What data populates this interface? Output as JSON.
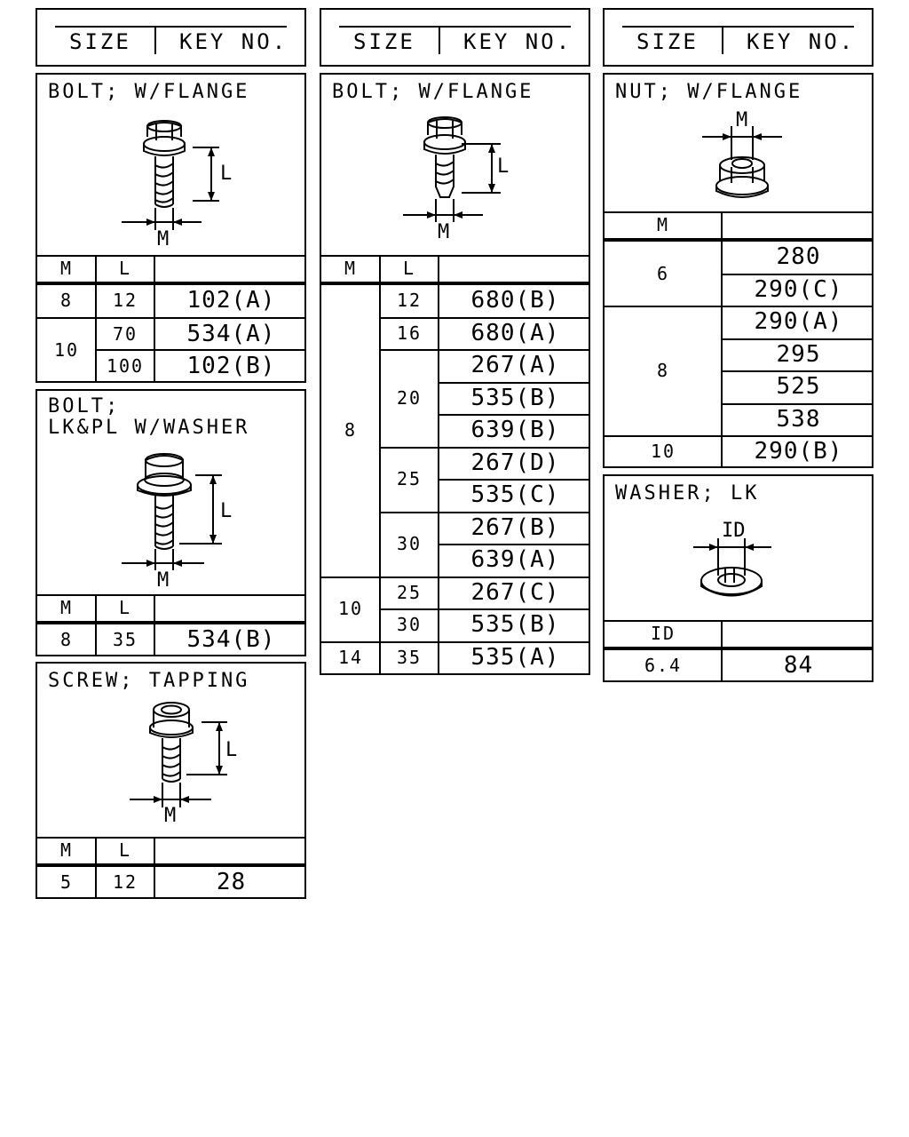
{
  "headers": [
    {
      "size": "SIZE",
      "key": "KEY NO."
    },
    {
      "size": "SIZE",
      "key": "KEY NO."
    },
    {
      "size": "SIZE",
      "key": "KEY NO."
    }
  ],
  "bolt_flange_1": {
    "title": "BOLT; W/FLANGE",
    "dim_l": "L",
    "dim_m": "M",
    "col_m": "M",
    "col_l": "L",
    "rows": [
      {
        "m": "8",
        "l": "12",
        "key": "102(A)"
      },
      {
        "m": "10",
        "l": "70",
        "key": "534(A)"
      },
      {
        "l": "100",
        "key": "102(B)"
      }
    ]
  },
  "bolt_washer": {
    "title": "BOLT;\nLK&PL W/WASHER",
    "dim_l": "L",
    "dim_m": "M",
    "col_m": "M",
    "col_l": "L",
    "rows": [
      {
        "m": "8",
        "l": "35",
        "key": "534(B)"
      }
    ]
  },
  "screw_tapping": {
    "title": "SCREW; TAPPING",
    "dim_l": "L",
    "dim_m": "M",
    "col_m": "M",
    "col_l": "L",
    "rows": [
      {
        "m": "5",
        "l": "12",
        "key": "28"
      }
    ]
  },
  "bolt_flange_2": {
    "title": "BOLT; W/FLANGE",
    "dim_l": "L",
    "dim_m": "M",
    "col_m": "M",
    "col_l": "L",
    "m_groups": [
      "8",
      "10",
      "14"
    ],
    "l_groups": [
      "12",
      "16",
      "20",
      "25",
      "30",
      "25",
      "30",
      "35"
    ],
    "keys": [
      "680(B)",
      "680(A)",
      "267(A)",
      "535(B)",
      "639(B)",
      "267(D)",
      "535(C)",
      "267(B)",
      "639(A)",
      "267(C)",
      "535(B)",
      "535(A)"
    ]
  },
  "nut_flange": {
    "title": "NUT; W/FLANGE",
    "dim_m": "M",
    "col_m": "M",
    "m_groups": [
      "6",
      "8",
      "10"
    ],
    "keys": [
      "280",
      "290(C)",
      "290(A)",
      "295",
      "525",
      "538",
      "290(B)"
    ]
  },
  "washer_lk": {
    "title": "WASHER; LK",
    "dim_id": "ID",
    "col_id": "ID",
    "rows": [
      {
        "id": "6.4",
        "key": "84"
      }
    ]
  }
}
